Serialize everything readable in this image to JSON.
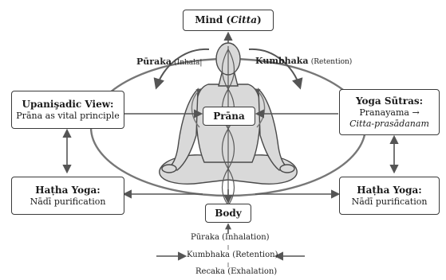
{
  "mind_box": {
    "prefix": "Mind (",
    "term": "Citta",
    "suffix": ")"
  },
  "prana_box": {
    "label": "Prāna"
  },
  "body_box": {
    "label": "Body"
  },
  "upanishadic": {
    "title": "Upanişadic View:",
    "subtitle": "Prāna as vital principle"
  },
  "yoga_sutras": {
    "title": "Yoga Sūtras:",
    "line1": "Pranayama",
    "line2": "Citta-prasādanam"
  },
  "hatha_left": {
    "title": "Haṭha Yoga:",
    "subtitle": "Nādī purification"
  },
  "hatha_right": {
    "title": "Haṭha Yoga:",
    "subtitle": "Nādī purification"
  },
  "top_labels": {
    "puraka": "Pūraka",
    "puraka_note": "(Inhala|",
    "kumbhaka": "Kumbhaka",
    "kumbhaka_note": "(Retention)"
  },
  "breath_cycle": {
    "puraka": "Pūraka",
    "puraka_note": "(Inhalation)",
    "kumbhaka": "Kumbhaka",
    "kumbhaka_note": "(Retention)",
    "recaka": "Recaka",
    "recaka_note": "(Exhalation)"
  },
  "colors": {
    "figure": "#d9d9d9",
    "outline": "#4a4a4a",
    "arrow": "#555555",
    "ellipse": "#777777"
  }
}
